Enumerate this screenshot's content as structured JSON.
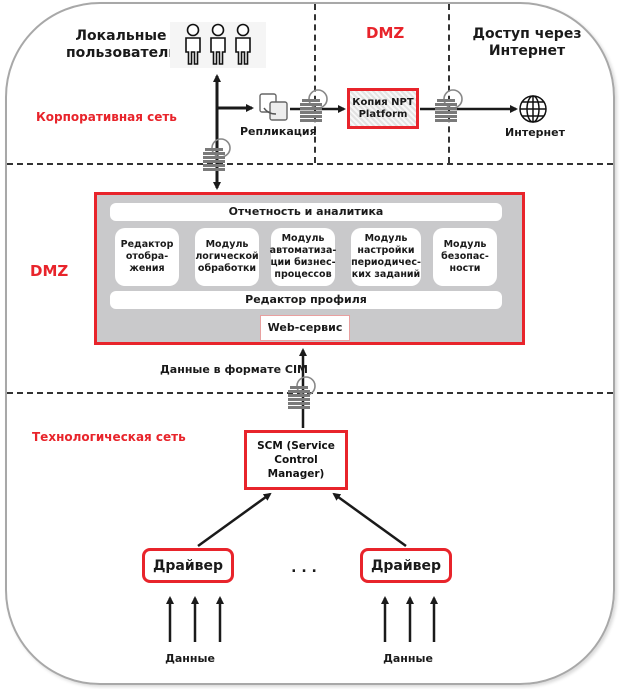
{
  "zones": {
    "corporate": "Корпоративная сеть",
    "dmz_top": "DMZ",
    "internet_access": "Доступ через Интернет",
    "dmz_middle": "DMZ",
    "tech": "Технологическая сеть"
  },
  "corporate": {
    "local_users": "Локальные пользователи",
    "replication": "Репликация",
    "npt_copy": "Копия NPT Platform",
    "internet": "Интернет"
  },
  "platform": {
    "reporting": "Отчетность и аналитика",
    "modules": [
      "Редактор отобра-жения",
      "Модуль логической обработки",
      "Модуль автоматиза-ции бизнес-процессов",
      "Модуль настройки периодичес-ких заданий",
      "Модуль безопас-ности"
    ],
    "profile_editor": "Редактор профиля",
    "web_service": "Web-сервис"
  },
  "flow": {
    "cim_label": "Данные в формате CIM",
    "scm": "SCM (Service Control Manager)",
    "drivers": [
      "Драйвер",
      "Драйвер"
    ],
    "ellipsis": ". . .",
    "data_labels": [
      "Данные",
      "Данные"
    ]
  },
  "colors": {
    "accent_red": "#e8242b",
    "panel_gray": "#c9c9cb",
    "line_dark": "#1a1a1a"
  }
}
